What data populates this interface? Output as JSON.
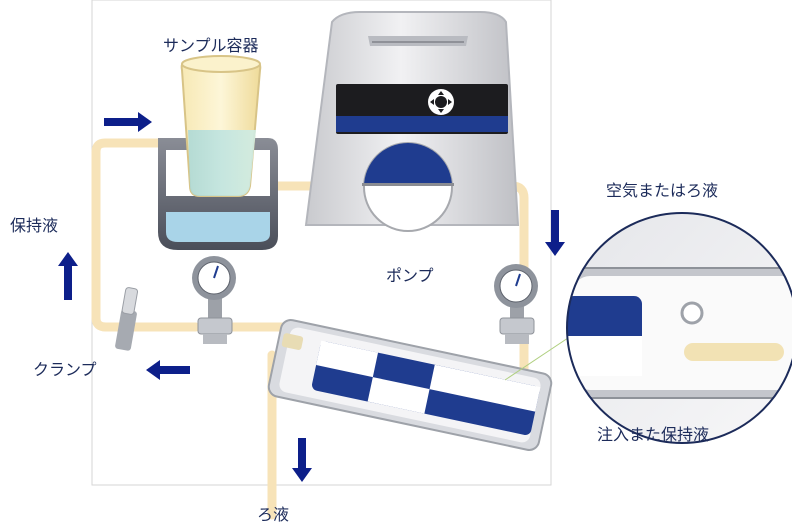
{
  "labels": {
    "sample_container": "サンプル容器",
    "retentate": "保持液",
    "pump": "ポンプ",
    "air_or_filtrate": "空気またはろ液",
    "clamp": "クランプ",
    "inject_or_retentate": "注入また保持液",
    "filtrate": "ろ液"
  },
  "colors": {
    "arrow": "#0d1f8a",
    "tubing": "#f7e3b8",
    "pump_body": "#dfe0e4",
    "accent_blue": "#1f3c8f",
    "label_text": "#1c2b5a"
  }
}
